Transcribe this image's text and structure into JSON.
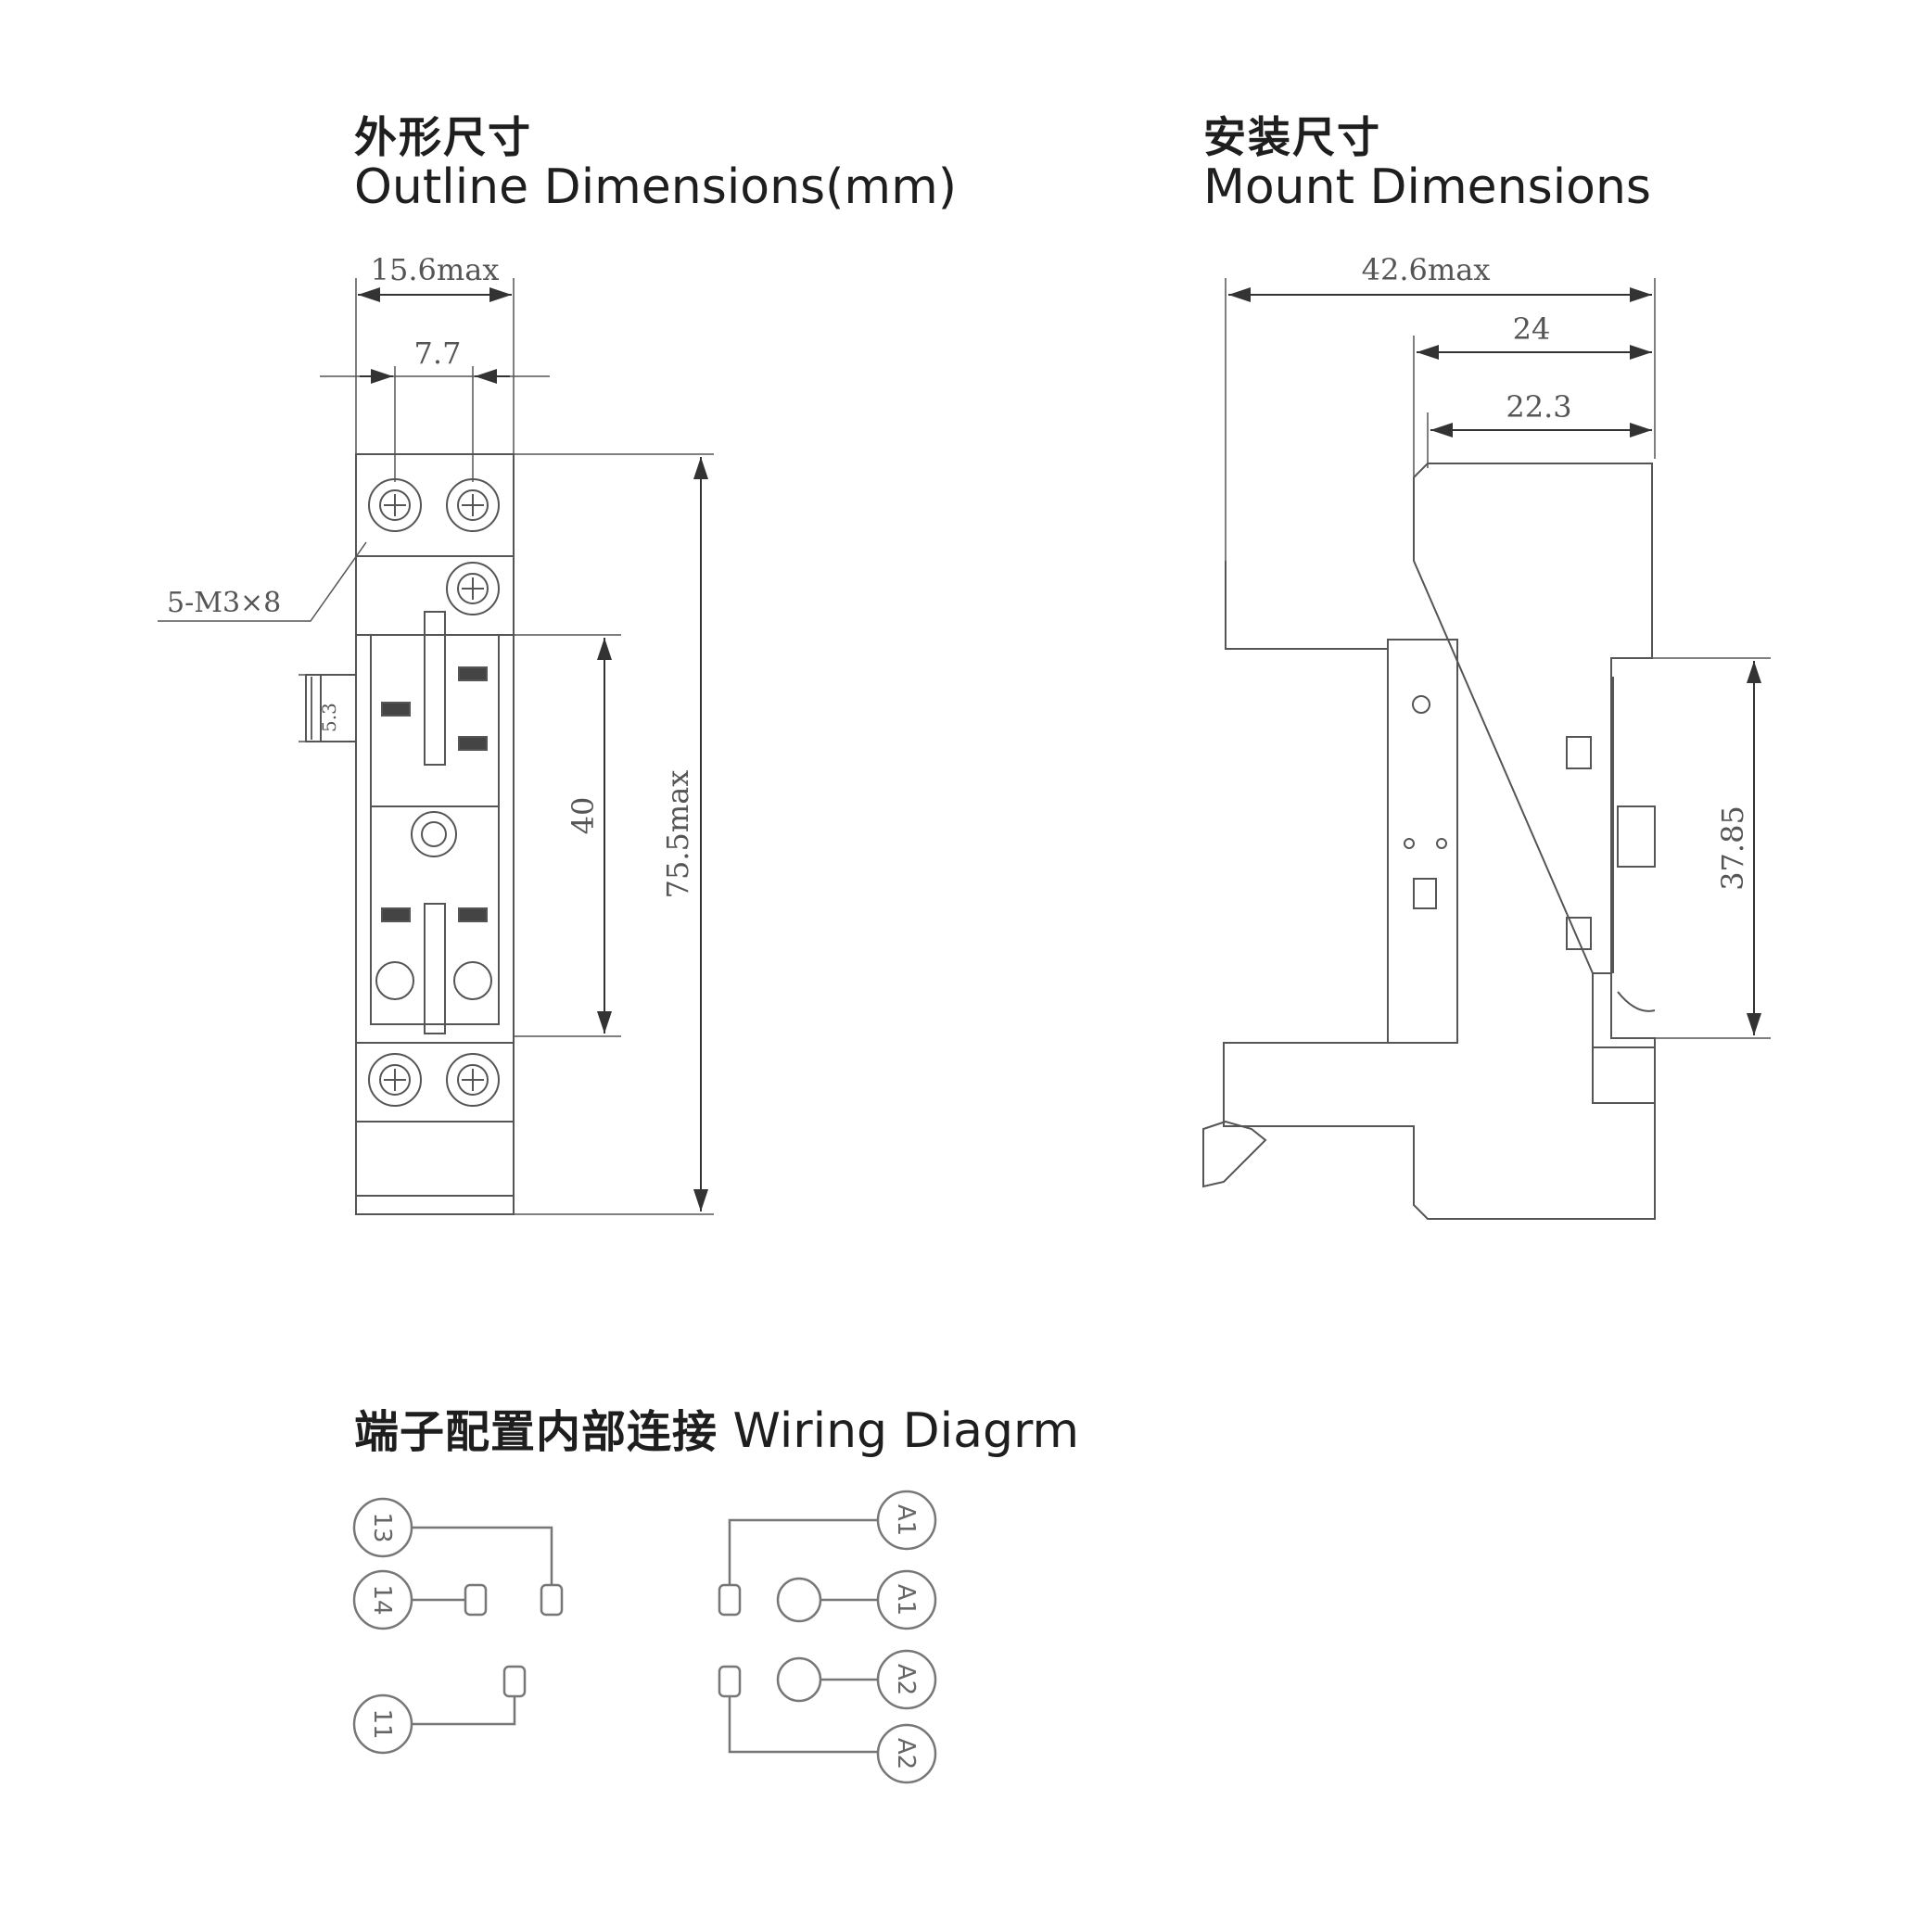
{
  "outline": {
    "title_zh": "外形尺寸",
    "title_en": "Outline Dimensions(mm)",
    "dims": {
      "overall_width": "15.6max",
      "pin_pitch": "7.7",
      "screw": "5-M3×8",
      "small": "5.3",
      "span": "40",
      "height": "75.5max"
    }
  },
  "mount": {
    "title_zh": "安装尺寸",
    "title_en": "Mount Dimensions",
    "dims": {
      "overall_depth": "42.6max",
      "d24": "24",
      "d22": "22.3",
      "rail": "37.85"
    }
  },
  "wiring": {
    "title_zh": "端子配置内部连接",
    "title_en": "Wiring Diagrm",
    "terminals": [
      "13",
      "14",
      "11",
      "A1",
      "A1",
      "A2",
      "A2"
    ]
  }
}
